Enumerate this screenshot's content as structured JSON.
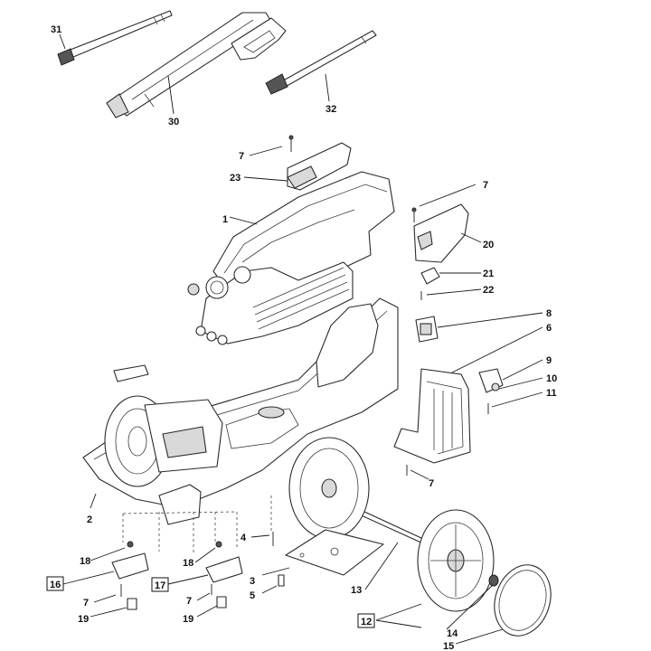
{
  "callouts": [
    {
      "id": "c31",
      "label": "31"
    },
    {
      "id": "c30",
      "label": "30"
    },
    {
      "id": "c32",
      "label": "32"
    },
    {
      "id": "c7a",
      "label": "7"
    },
    {
      "id": "c23",
      "label": "23"
    },
    {
      "id": "c1",
      "label": "1"
    },
    {
      "id": "c7b",
      "label": "7"
    },
    {
      "id": "c20",
      "label": "20"
    },
    {
      "id": "c21",
      "label": "21"
    },
    {
      "id": "c22",
      "label": "22"
    },
    {
      "id": "c8",
      "label": "8"
    },
    {
      "id": "c6",
      "label": "6"
    },
    {
      "id": "c9",
      "label": "9"
    },
    {
      "id": "c10",
      "label": "10"
    },
    {
      "id": "c11",
      "label": "11"
    },
    {
      "id": "c7c",
      "label": "7"
    },
    {
      "id": "c2",
      "label": "2"
    },
    {
      "id": "c4",
      "label": "4"
    },
    {
      "id": "c3",
      "label": "3"
    },
    {
      "id": "c5",
      "label": "5"
    },
    {
      "id": "c13",
      "label": "13"
    },
    {
      "id": "c18a",
      "label": "18"
    },
    {
      "id": "c16",
      "label": "16"
    },
    {
      "id": "c7d",
      "label": "7"
    },
    {
      "id": "c19a",
      "label": "19"
    },
    {
      "id": "c18b",
      "label": "18"
    },
    {
      "id": "c17",
      "label": "17"
    },
    {
      "id": "c7e",
      "label": "7"
    },
    {
      "id": "c19b",
      "label": "19"
    },
    {
      "id": "c12",
      "label": "12"
    },
    {
      "id": "c14",
      "label": "14"
    },
    {
      "id": "c15",
      "label": "15"
    }
  ]
}
